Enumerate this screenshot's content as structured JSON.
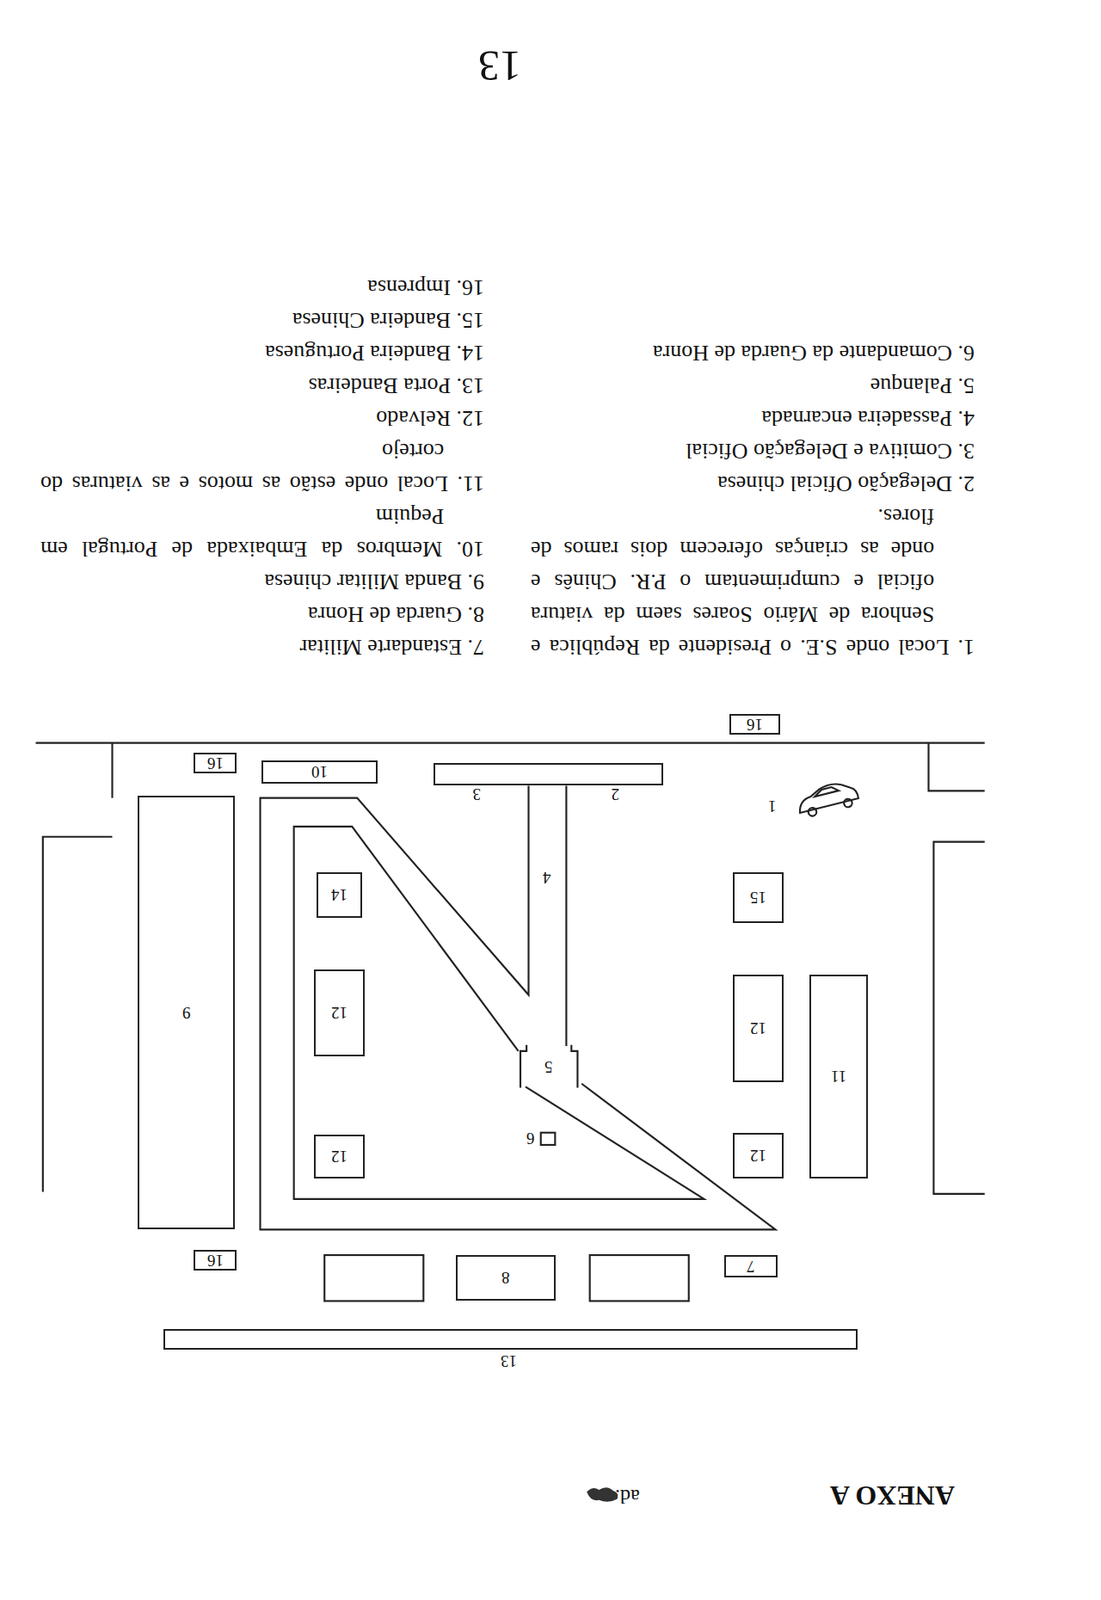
{
  "diagram": {
    "title": "ANEXO A",
    "nodes": [
      {
        "text": [
          "16"
        ]
      },
      {
        "text": [
          "16"
        ]
      },
      {
        "text": [
          "10"
        ]
      },
      {
        "text": [
          "3",
          "2"
        ]
      },
      {
        "text": [
          "15"
        ]
      },
      {
        "text": [
          "14"
        ]
      },
      {
        "text": [
          "12"
        ]
      },
      {
        "text": [
          "12"
        ]
      },
      {
        "text": [
          "11"
        ]
      },
      {
        "text": [
          "12"
        ]
      },
      {
        "text": [
          "12"
        ]
      },
      {
        "text": [
          "9"
        ]
      },
      {
        "text": [
          "16"
        ]
      },
      {
        "text": [
          "8"
        ]
      },
      {
        "text": [
          "7"
        ]
      },
      {
        "text": [
          "13"
        ]
      }
    ],
    "labels": [
      "ad.",
      "1",
      "4",
      "5",
      "6",
      "1. Local onde S.E. o Presidente da República e Senhora de Mário Soares saem da viatura oficial e cumprimentam o P.R. Chinês e onde as crianças oferecem dois ramos de flores.",
      "2. Delegação Oficial chinesa",
      "3. Comitiva e Delegação Oficial",
      "4. Passadeira encarnada",
      "5. Palanque",
      "6. Comandante da Guarda de Honra",
      "7. Estandarte Militar",
      "8. Guarda de Honra",
      "9. Banda Militar chinesa",
      "10. Membros da Embaixada de Portugal em Pequim",
      "11. Local onde estão as motos e as viaturas do cortejo",
      "12. Relvado",
      "13. Porta Bandeiras",
      "14. Bandeira Portuguesa",
      "15. Bandeira Chinesa",
      "16. Imprensa",
      "13"
    ]
  }
}
